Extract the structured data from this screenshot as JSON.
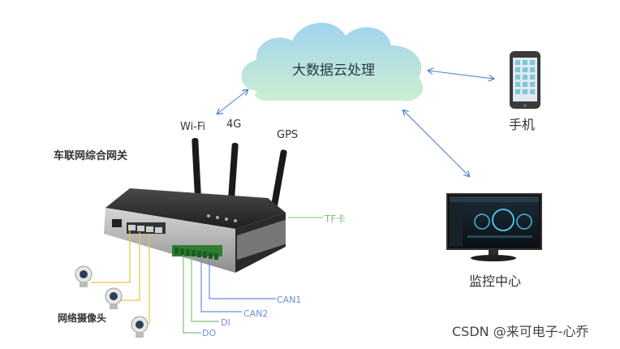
{
  "cloud": {
    "label": "大数据云处理"
  },
  "antennas": {
    "wifi": "Wi-Fi",
    "g4": "4G",
    "gps": "GPS"
  },
  "gateway": {
    "label": "车联网综合网关"
  },
  "phone": {
    "label": "手机"
  },
  "monitor": {
    "label": "监控中心"
  },
  "ports": {
    "tf": "TF卡",
    "can1": "CAN1",
    "can2": "CAN2",
    "di": "DI",
    "do": "DO"
  },
  "cameras": {
    "label": "网络摄像头"
  },
  "watermark": "CSDN @来可电子-心乔",
  "colors": {
    "arrow": "#4a7fd0",
    "cable_yellow": "#f0c040",
    "cable_green": "#7cc576",
    "cable_blue": "#6a8fd8",
    "cloud_top": "#a8d8ec",
    "cloud_bottom": "#c8ecd0"
  }
}
